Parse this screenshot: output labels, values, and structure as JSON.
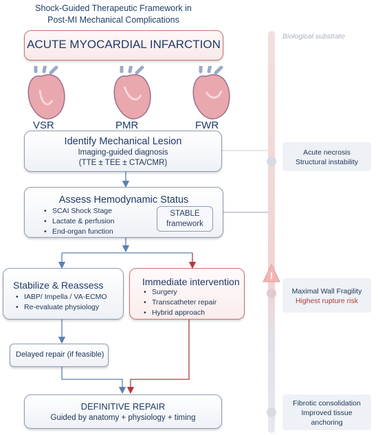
{
  "title": [
    "Shock-Guided Therapeutic Framework in",
    "Post-MI Mechanical Complications"
  ],
  "substrate_label": "Biological substrate",
  "ami": "ACUTE MYOCARDIAL INFARCTION",
  "hearts": [
    "VSR",
    "PMR",
    "FWR"
  ],
  "identify": {
    "title": "Identify Mechanical Lesion",
    "line1": "Imaging-guided diagnosis",
    "line2": "(TTE ± TEE ± CTA/CMR)"
  },
  "assess": {
    "title": "Assess Hemodynamic Status",
    "bullets": [
      "SCAI Shock Stage",
      "Lactate & perfusion",
      "End-organ function"
    ],
    "stable_line1": "STABLE",
    "stable_line2": "framework"
  },
  "stabilize": {
    "title": "Stabilize & Reassess",
    "bullets": [
      "IABP/ Impella / VA-ECMO",
      "Re-evaluate physiology"
    ]
  },
  "immediate": {
    "title": "Immediate intervention",
    "bullets": [
      "Surgery",
      "Transcatheter repair",
      "Hybrid approach"
    ]
  },
  "delayed": "Delayed repair (if feasible)",
  "definitive": {
    "title": "DEFINITIVE REPAIR",
    "subtitle": "Guided by anatomy + physiology + timing"
  },
  "side": {
    "necrosis": [
      "Acute necrosis",
      "Structural instability"
    ],
    "fragility": [
      "Maximal Wall Fragility",
      "Highest rupture risk"
    ],
    "fibrotic": [
      "Fibrotic consolidation",
      "Improved tissue",
      "anchoring"
    ]
  },
  "colors": {
    "navy": "#1f3a66",
    "blue_arrow": "#5b7fb0",
    "red": "#b03a3a",
    "red_border": "#c97070",
    "gray": "#8e9bb1"
  }
}
